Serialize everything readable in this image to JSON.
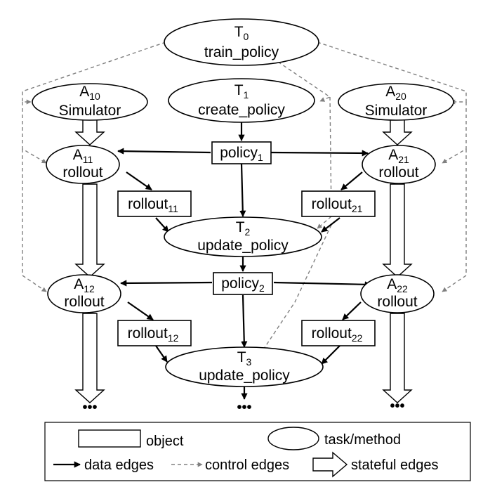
{
  "nodes": {
    "t0": {
      "main": "T",
      "sub": "0",
      "name": "train_policy"
    },
    "t1": {
      "main": "T",
      "sub": "1",
      "name": "create_policy"
    },
    "a10": {
      "main": "A",
      "sub": "10",
      "name": "Simulator"
    },
    "a20": {
      "main": "A",
      "sub": "20",
      "name": "Simulator"
    },
    "a11": {
      "main": "A",
      "sub": "11",
      "name": "rollout"
    },
    "a21": {
      "main": "A",
      "sub": "21",
      "name": "rollout"
    },
    "t2": {
      "main": "T",
      "sub": "2",
      "name": "update_policy"
    },
    "a12": {
      "main": "A",
      "sub": "12",
      "name": "rollout"
    },
    "a22": {
      "main": "A",
      "sub": "22",
      "name": "rollout"
    },
    "t3": {
      "main": "T",
      "sub": "3",
      "name": "update_policy"
    }
  },
  "objects": {
    "policy1": {
      "main": "policy",
      "sub": "1"
    },
    "policy2": {
      "main": "policy",
      "sub": "2"
    },
    "rollout11": {
      "main": "rollout",
      "sub": "11"
    },
    "rollout21": {
      "main": "rollout",
      "sub": "21"
    },
    "rollout12": {
      "main": "rollout",
      "sub": "12"
    },
    "rollout22": {
      "main": "rollout",
      "sub": "22"
    }
  },
  "ellipsis": "•••",
  "legend": {
    "object": "object",
    "task_method": "task/method",
    "data_edges": "data edges",
    "control_edges": "control edges",
    "stateful_edges": "stateful edges"
  },
  "colors": {
    "stroke": "#000000",
    "control_edge": "#808080",
    "fill": "#ffffff"
  }
}
